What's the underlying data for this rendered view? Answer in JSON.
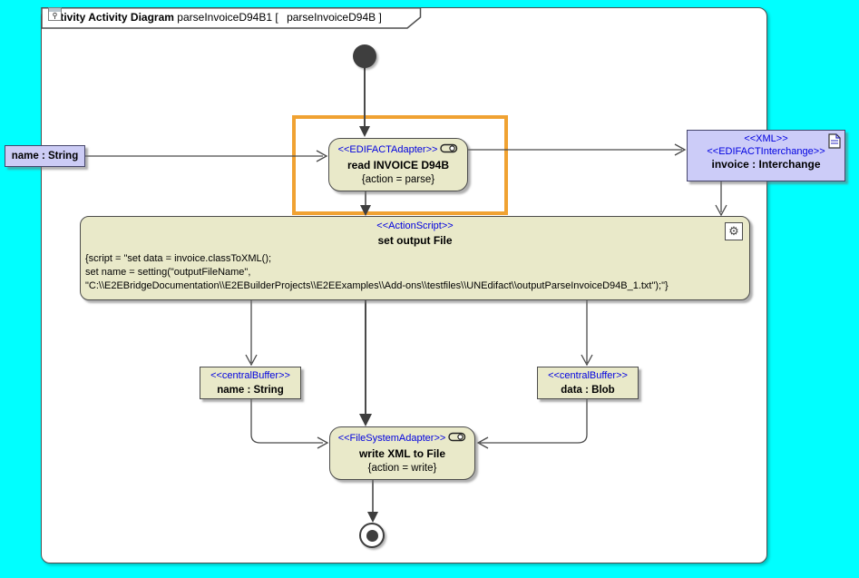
{
  "frame": {
    "title_bold": "activity Activity Diagram",
    "title_name": "parseInvoiceD94B1",
    "bracket_open": "[",
    "title_ref": "parseInvoiceD94B",
    "bracket_close": "]"
  },
  "nodes": {
    "read_invoice": {
      "stereotype": "<<EDIFACTAdapter>>",
      "name": "read INVOICE D94B",
      "tag": "{action = parse}"
    },
    "name_object": {
      "label": "name : String"
    },
    "xml_object": {
      "stereotype1": "<<XML>>",
      "stereotype2": "<<EDIFACTInterchange>>",
      "name": "invoice : Interchange"
    },
    "action_script": {
      "stereotype": "<<ActionScript>>",
      "name": "set output File",
      "script_lines": [
        "{script = \"set data = invoice.classToXML();",
        "set name = setting(\"outputFileName\",",
        "\"C:\\\\E2EBridgeDocumentation\\\\E2EBuilderProjects\\\\E2EExamples\\\\Add-ons\\\\testfiles\\\\UNEdifact\\\\outputParseInvoiceD94B_1.txt\");\"}"
      ]
    },
    "buffer_name": {
      "stereotype": "<<centralBuffer>>",
      "name": "name : String"
    },
    "buffer_data": {
      "stereotype": "<<centralBuffer>>",
      "name": "data : Blob"
    },
    "write_xml": {
      "stereotype": "<<FileSystemAdapter>>",
      "name": "write XML to File",
      "tag": "{action = write}"
    }
  },
  "icons": {
    "adapter": "pill-with-circle",
    "gear": "⚙",
    "document": "page-with-folded-corner",
    "diagram_thumbnail": "activity-diagram-mini"
  },
  "colors": {
    "background": "#00FFFF",
    "frame_fill": "#FFFFFF",
    "node_fill": "#E9E9C9",
    "object_fill": "#CCCCF5",
    "stereotype_text": "#0000E0",
    "highlight": "#F0A232",
    "edge": "#4A4A4A"
  }
}
